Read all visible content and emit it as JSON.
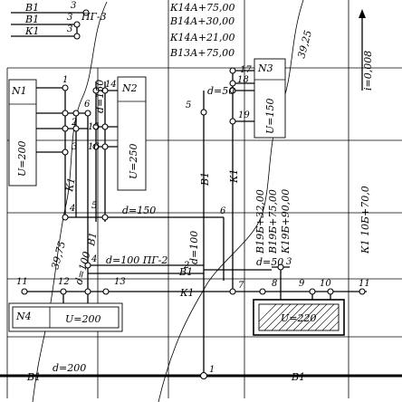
{
  "legend": [
    {
      "code": "В1",
      "number": "3"
    },
    {
      "code": "В1",
      "number": "3"
    },
    {
      "code": "К1",
      "number": "3"
    }
  ],
  "legend_label": "ПГ-3",
  "elevations_top": [
    "К14А+75,00",
    "В14А+30,00",
    "К14А+21,00",
    "В13А+75,00"
  ],
  "elevations_right": [
    "В19Б+32,00",
    "В19Б+75,00",
    "К19Б+90,00"
  ],
  "elevation_vertical": "К1 10Б+70,0",
  "slope": "i=0,008",
  "contours": [
    "39,25",
    "39,75"
  ],
  "buildings": [
    {
      "id": "N1",
      "label": "N1",
      "u": "U=200"
    },
    {
      "id": "N2",
      "label": "N2",
      "u": "U=250"
    },
    {
      "id": "N3",
      "label": "N3",
      "u": "U=150"
    },
    {
      "id": "N4",
      "label": "N4",
      "u": "U=200"
    },
    {
      "id": "N5",
      "label": "",
      "u": "U=220"
    }
  ],
  "pipe_labels": {
    "d150_vertical": "d=150",
    "d50_n3": "d=50",
    "d150_horizontal": "d=150",
    "d100_left": "d=100",
    "d100_center": "d=100",
    "d100_pg2": "d=100 ПГ-2",
    "d50_right": "d=50",
    "d200_bottom": "d=200",
    "b1_left_bottom": "В1",
    "b1_right_bottom": "В1",
    "b1_center": "В1",
    "b1_mid": "В1",
    "b1_node5": "В1",
    "k1_left": "К1",
    "k1_center": "К1",
    "k1_main": "К1"
  },
  "nodes": [
    "1",
    "2",
    "3",
    "4",
    "5",
    "6",
    "7",
    "8",
    "9",
    "10",
    "11",
    "12",
    "13",
    "14",
    "15",
    "16",
    "17",
    "18",
    "19"
  ]
}
